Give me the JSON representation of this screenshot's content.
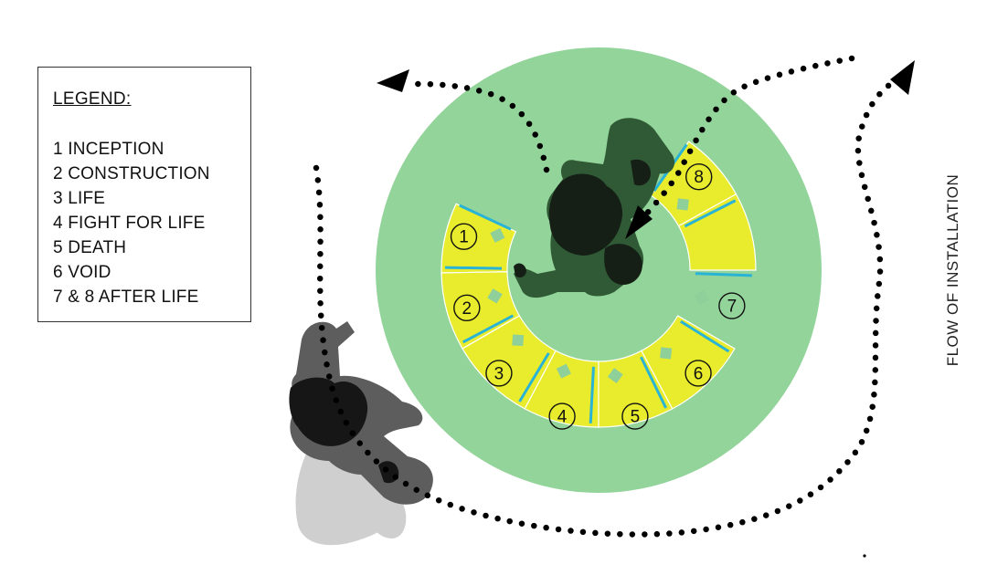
{
  "legend": {
    "title": "LEGEND:",
    "items": [
      "1  INCEPTION",
      "2  CONSTRUCTION",
      "3  LIFE",
      "4  FIGHT FOR LIFE",
      "5  DEATH",
      "6  VOID",
      "7 & 8  AFTER LIFE"
    ]
  },
  "flow_label": "FLOW OF INSTALLATION",
  "stations": [
    {
      "number": "1"
    },
    {
      "number": "2"
    },
    {
      "number": "3"
    },
    {
      "number": "4"
    },
    {
      "number": "5"
    },
    {
      "number": "6"
    },
    {
      "number": "7"
    },
    {
      "number": "8"
    }
  ],
  "colors": {
    "outer_ring": "#93d49a",
    "segment": "#e8ec2c",
    "divider": "#29b3d6",
    "person_dark": "#1b2a1c",
    "person_green": "#2f5a35",
    "person_grey": "#5d5d5d",
    "shadow": "#cfcfcf",
    "dots": "#000000"
  }
}
